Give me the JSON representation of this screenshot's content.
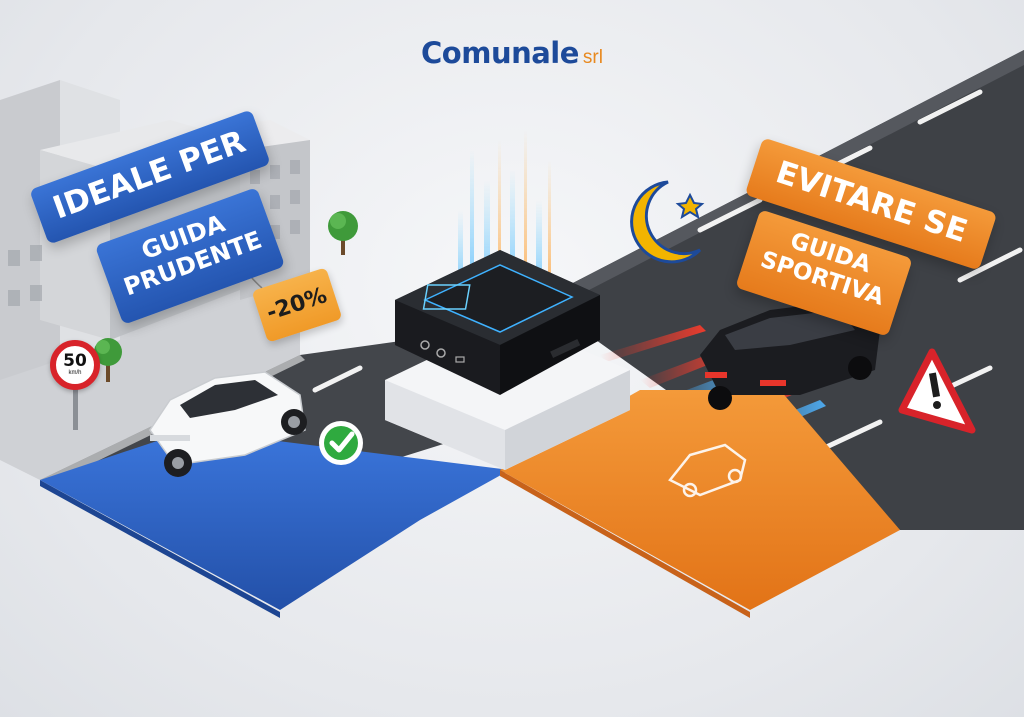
{
  "brand": {
    "name": "Comunale",
    "suffix": "srl",
    "color": "#1d4a9a",
    "suffix_color": "#e8891f"
  },
  "banners": {
    "ideale": "IDEALE PER",
    "prudente_line1": "GUIDA",
    "prudente_line2": "PRUDENTE",
    "evitare": "EVITARE SE",
    "sportiva_line1": "GUIDA",
    "sportiva_line2": "SPORTIVA"
  },
  "discount_tag": "-20%",
  "speed_sign": {
    "value": "50",
    "unit": "km/h"
  },
  "icons": [
    "check-icon",
    "warning-icon",
    "moon-icon",
    "telematics-box-icon",
    "car-outline-icon"
  ],
  "colors": {
    "blue": "#2f66c8",
    "orange": "#f08a24",
    "road": "#3a3d42",
    "warning": "#d8232a"
  }
}
